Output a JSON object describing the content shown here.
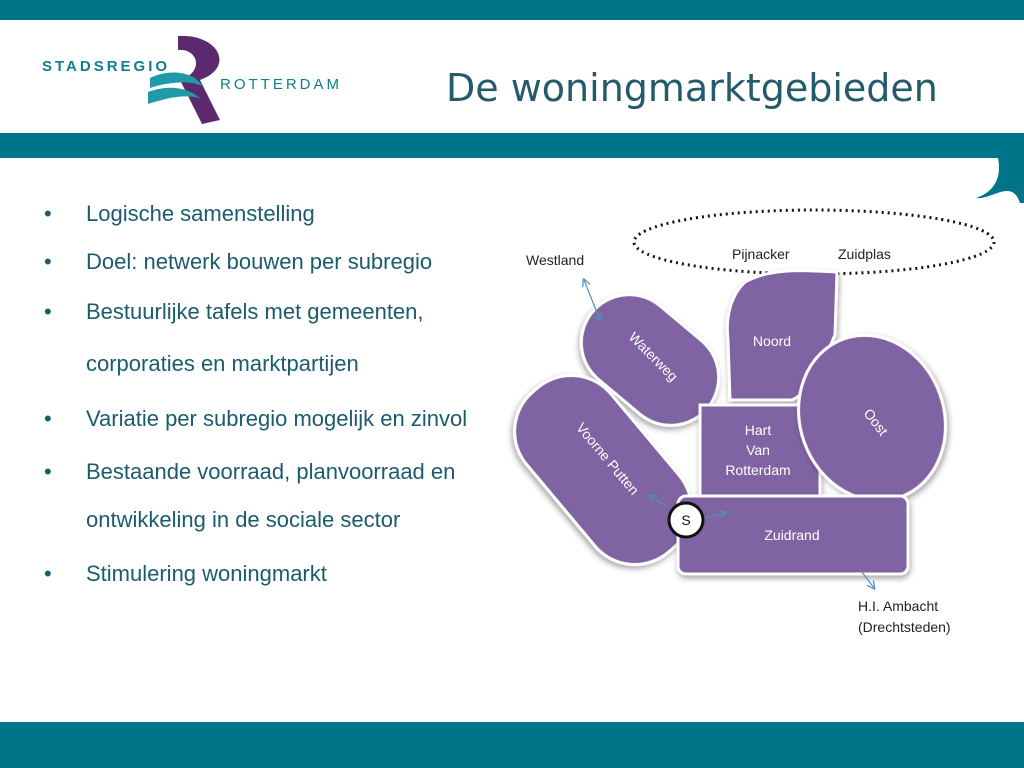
{
  "header": {
    "title": "De woningmarktgebieden",
    "logo": {
      "word1": "STADSREGIO",
      "word2": "ROTTERDAM"
    }
  },
  "bullets": [
    "Logische samenstelling",
    "Doel: netwerk bouwen per subregio",
    {
      "line1": "Bestuurlijke tafels met gemeenten,",
      "line2": "corporaties en marktpartijen"
    },
    "Variatie per subregio mogelijk en zinvol",
    {
      "line1": "Bestaande voorraad, planvoorraad en",
      "line2": "ontwikkeling in de sociale sector"
    },
    "Stimulering woningmarkt"
  ],
  "diagram": {
    "outside": {
      "westland": "Westland",
      "pijnacker": "Pijnacker",
      "zuidplas": "Zuidplas",
      "hi_ambacht_line1": "H.I. Ambacht",
      "hi_ambacht_line2": "(Drechtsteden)"
    },
    "regions": {
      "waterweg": "Waterweg",
      "noord": "Noord",
      "oost": "Oost",
      "voorne_putten": "Voorne Putten",
      "hart_line1": "Hart",
      "hart_line2": "Van",
      "hart_line3": "Rotterdam",
      "zuidrand": "Zuidrand"
    },
    "s_badge": "S"
  },
  "colors": {
    "teal": "#00758a",
    "region_fill": "#8064a2",
    "region_stroke": "#ffffff",
    "title": "#245a6b",
    "bullet_text": "#1b5b6e",
    "logo_purple": "#5b2a6e"
  }
}
